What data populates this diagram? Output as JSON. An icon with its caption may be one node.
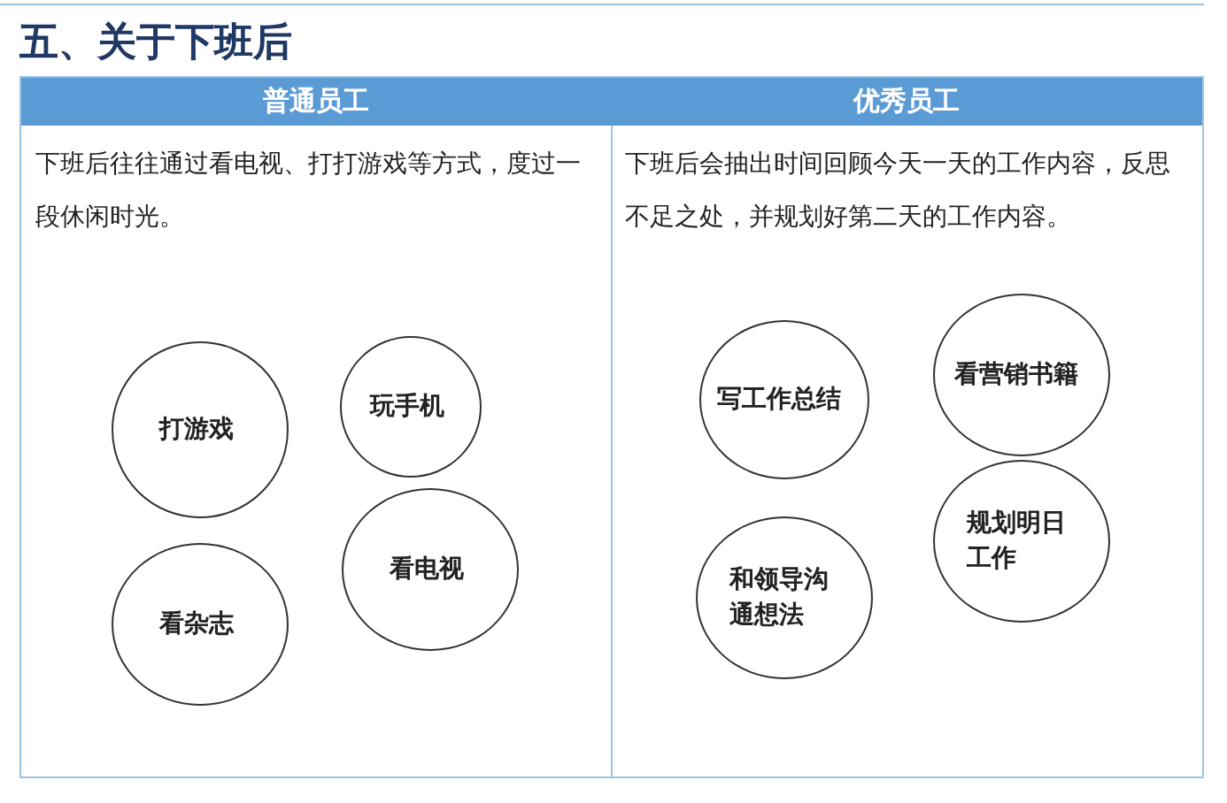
{
  "diagram": {
    "title": "五、关于下班后",
    "nodes": [
      {
        "text": [
          "普通员工",
          "下班后往往通过看电视、打打游戏等方式，度过一段休闲时光。"
        ]
      },
      {
        "text": [
          "玩手机"
        ],
        "in": 0
      },
      {
        "text": [
          "打游戏"
        ],
        "in": 0
      },
      {
        "text": [
          "看电视"
        ],
        "in": 0
      },
      {
        "text": [
          "看杂志"
        ],
        "in": 0
      },
      {
        "text": [
          "优秀员工",
          "下班后会抽出时间回顾今天一天的工作内容，反思不足之处，并规划好第二天的工作内容。"
        ]
      },
      {
        "text": [
          "看营销书籍"
        ],
        "in": 5
      },
      {
        "text": [
          "写工作总结"
        ],
        "in": 5
      },
      {
        "text": [
          "规划明日工作"
        ],
        "in": 5
      },
      {
        "text": [
          "和领导沟通想法"
        ],
        "in": 5
      }
    ]
  }
}
